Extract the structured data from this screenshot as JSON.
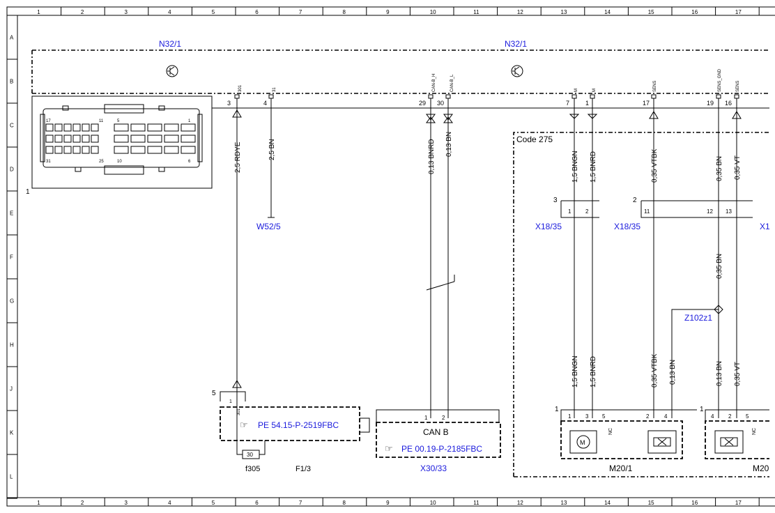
{
  "grid": {
    "cols": [
      "1",
      "2",
      "3",
      "4",
      "5",
      "6",
      "7",
      "8",
      "9",
      "10",
      "11",
      "12",
      "13",
      "14",
      "15",
      "16",
      "17"
    ],
    "rows": [
      "A",
      "B",
      "C",
      "D",
      "E",
      "F",
      "G",
      "H",
      "J",
      "K",
      "L"
    ]
  },
  "modules": {
    "n32_left": "N32/1",
    "n32_right": "N32/1",
    "code_box": "Code 275",
    "connector_num": "1"
  },
  "pins": {
    "p3": "3",
    "p4": "4",
    "p29": "29",
    "p30": "30",
    "p7": "7",
    "p1": "1",
    "p17": "17",
    "p19": "19",
    "p16": "16",
    "s301": "301",
    "s31": "31",
    "scanh": "CAN-B_H",
    "scanl": "CAN-B_L",
    "sm1": "M",
    "sm2": "M",
    "ssens1": "SENS",
    "ssensgnd": "SENS_GND",
    "ssens2": "SENS"
  },
  "wires": {
    "w1": "2,5 RDYE",
    "w2": "2,5 BN",
    "w3": "0,13 BNRD",
    "w4": "0,13 BN",
    "w5": "1,5 BNGN",
    "w6": "1,5 BNRD",
    "w7": "0,35 VTBK",
    "w8": "0,35 BN",
    "w9": "0,35 VT",
    "w10": "0,35 BN",
    "w11": "1,5 BNGN",
    "w12": "1,5 BNRD",
    "w13": "0,35 VTBK",
    "w14": "0,13 BN",
    "w15": "0,13 BN",
    "w16": "0,35 VT"
  },
  "labels": {
    "w52": "W52/5",
    "x18a": "X18/35",
    "x18b": "X18/35",
    "x18c": "X1",
    "z102": "Z102z1",
    "x30": "X30/33",
    "canb": "CAN B",
    "f305": "f305",
    "f13": "F1/3",
    "fuse": "30",
    "m201": "M20/1",
    "m20": "M20",
    "ref1": "PE 54.15-P-2519FBC",
    "ref2": "PE 00.19-P-2185FBC",
    "ref_icon": "☞"
  },
  "numbers": {
    "n3": "3",
    "n2": "2",
    "n5": "5",
    "n1a": "1",
    "n1b": "1",
    "x1": "1",
    "x2": "2",
    "x11": "11",
    "x12": "12",
    "x13": "13",
    "k1": "1",
    "k301": "301",
    "can1": "1",
    "can2": "2",
    "m1": "1",
    "m3": "3",
    "m5": "5",
    "m2": "2",
    "m4": "4",
    "r4": "4",
    "r2": "2",
    "r5": "5",
    "nc1": "NC",
    "nc2": "NC"
  }
}
